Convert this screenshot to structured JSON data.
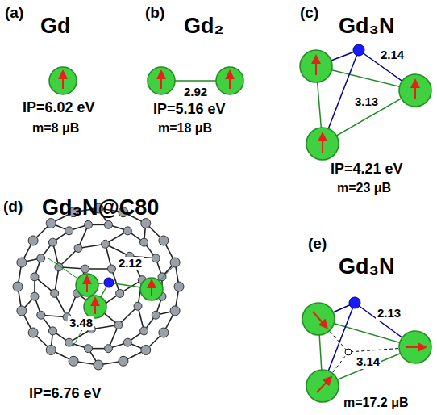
{
  "diagram": {
    "labels": [
      "(a)",
      "Gd",
      "IP=6.02 eV",
      "m=8 μB",
      "(b)",
      "Gd₂",
      "2.92",
      "IP=5.16 eV",
      "m=18 μB",
      "(c)",
      "Gd₃N",
      "2.14",
      "3.13",
      "IP=4.21 eV",
      "m=23 μB",
      "(d)",
      "Gd₃N@C80",
      "3.48",
      "2.12",
      "IP=6.76 eV",
      "(e)",
      "Gd₃N",
      "2.13",
      "3.14",
      "m=17.2 μB"
    ]
  }
}
